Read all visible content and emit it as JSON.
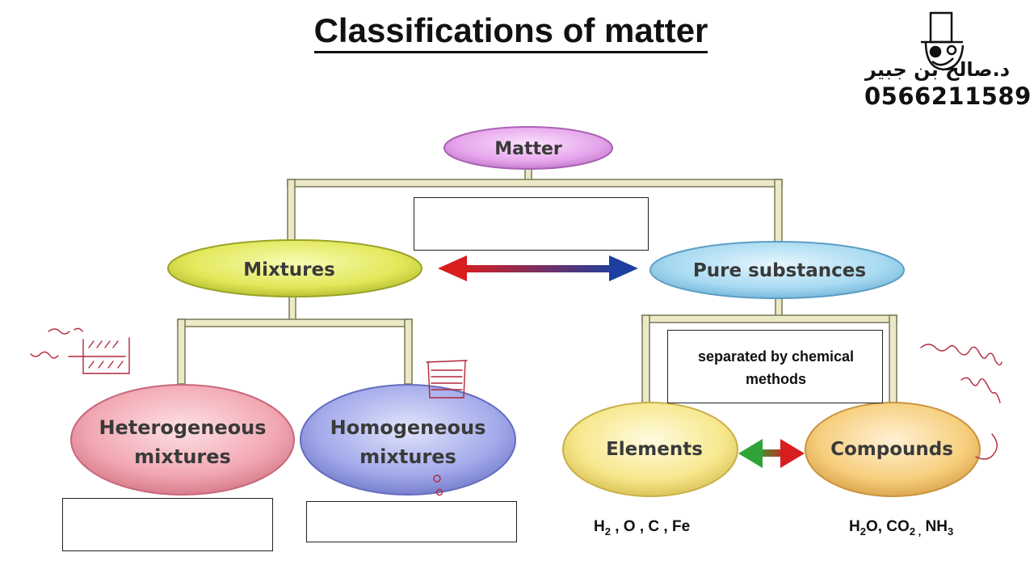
{
  "title": "Classifications of matter",
  "nodes": {
    "matter": "Matter",
    "mixtures": "Mixtures",
    "pure_substances": "Pure substances",
    "heterogeneous_line1": "Heterogeneous",
    "heterogeneous_line2": "mixtures",
    "homogeneous_line1": "Homogeneous",
    "homogeneous_line2": "mixtures",
    "elements": "Elements",
    "compounds": "Compounds"
  },
  "boxes": {
    "top_box": "",
    "chemical_methods_box": "separated by chemical methods",
    "heterogeneous_box": "",
    "homogeneous_box": ""
  },
  "examples": {
    "elements": {
      "h": "H",
      "h_sub": "2",
      "rest": " , O , C , Fe"
    },
    "compounds": {
      "h2o_a": "H",
      "h2o_sub": "2",
      "h2o_b": "O, CO",
      "co2_sub": "2 ,",
      "nh3_a": " NH",
      "nh3_sub": "3"
    }
  },
  "branding": {
    "name": "د.صالح بن جبير",
    "phone": "0566211589"
  },
  "colors": {
    "matter": "#e6a6ec",
    "mixtures": "#e2e85a",
    "pure_substances": "#9fd4ef",
    "heterogeneous": "#f2a8b3",
    "homogeneous": "#9fa7e6",
    "elements": "#f6e68a",
    "compounds": "#f6cd7a",
    "connector": "#e9e6c4",
    "connector_edge": "#6b6a50",
    "arrow_left": "#d81e1e",
    "arrow_right": "#1e3fa0",
    "arrow_green": "#2ea336",
    "ink": "#b3263a"
  }
}
